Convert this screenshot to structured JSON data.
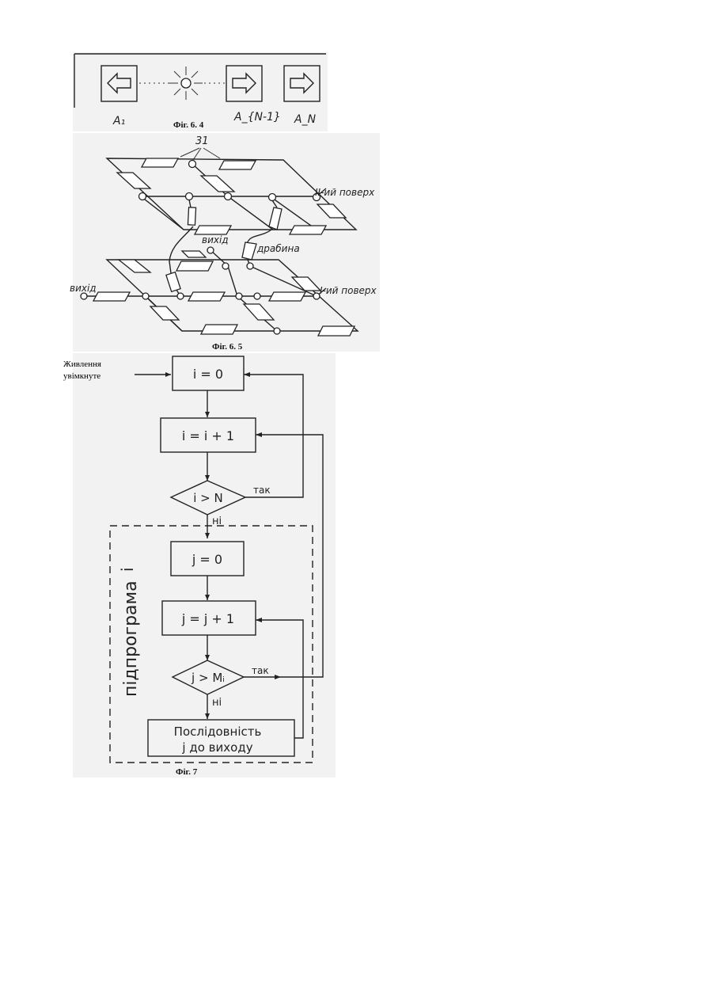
{
  "fig64": {
    "caption": "Фіг. 6. 4",
    "label_a1": "A₁",
    "label_an1": "A_{N-1}",
    "label_an": "A_N"
  },
  "fig65": {
    "caption": "Фіг. 6. 5",
    "label_31": "31",
    "floor_top": "II-ий поверх",
    "floor_bottom": "I-ий поверх",
    "exit_top": "вихід",
    "exit_left": "вихід",
    "ladder": "драбина"
  },
  "fig7": {
    "caption": "Фіг. 7",
    "power_on": "Живлення\nувімкнуте",
    "power_on_line1": "Живлення",
    "power_on_line2": "увімкнуте",
    "box_i0": "i = 0",
    "box_iinc": "i = i + 1",
    "cond_i": "i > N",
    "yes1": "так",
    "no1": "ні",
    "box_j0": "j = 0",
    "box_jinc": "j = j + 1",
    "cond_j": "j > Mᵢ",
    "yes2": "так",
    "no2": "ні",
    "seq_line1": "Послідовність",
    "seq_line2": "j до виходу",
    "subprogram": "підпрограма",
    "subprogram_var": "i"
  },
  "colors": {
    "ink": "#222222",
    "paper": "#ffffff",
    "scan_bg": "#f2f2f2"
  }
}
